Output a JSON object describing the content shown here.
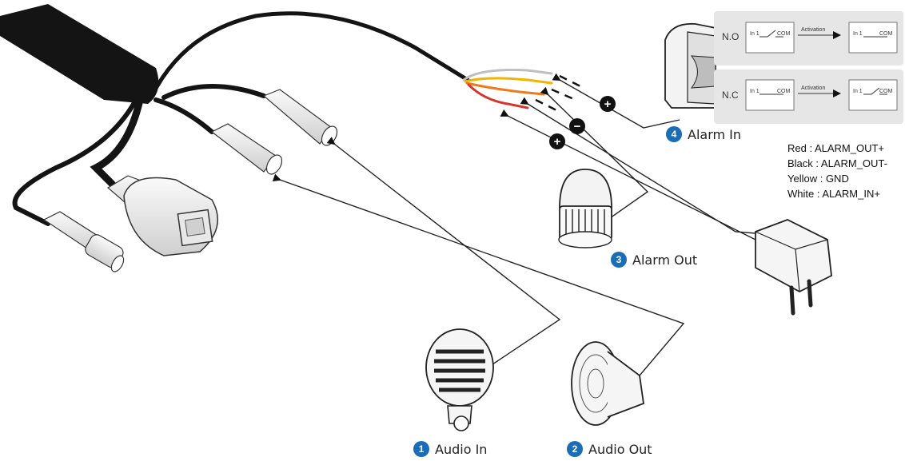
{
  "labels": {
    "audio_in": {
      "number": "1",
      "text": "Audio In"
    },
    "audio_out": {
      "number": "2",
      "text": "Audio Out"
    },
    "alarm_out": {
      "number": "3",
      "text": "Alarm Out"
    },
    "alarm_in": {
      "number": "4",
      "text": "Alarm In"
    }
  },
  "wire_legend": [
    "Red : ALARM_OUT+",
    "Black : ALARM_OUT-",
    "Yellow : GND",
    "White : ALARM_IN+"
  ],
  "contact_panel": {
    "no": {
      "mode": "N.O",
      "left_in": "In 1",
      "left_com": "COM",
      "activation": "Activation",
      "right_in": "In 1",
      "right_com": "COM"
    },
    "nc": {
      "mode": "N.C",
      "left_in": "In 1",
      "left_com": "COM",
      "activation": "Activation",
      "right_in": "In 1",
      "right_com": "COM"
    }
  },
  "polarity": {
    "plus": "+",
    "minus": "−"
  },
  "colors": {
    "wire_red": "#d9342b",
    "wire_yellow": "#f2b400",
    "wire_orange": "#f07a1a",
    "wire_white": "#bfbfbf",
    "cable": "#111111",
    "badge": "#1b6db5",
    "panel": "#e6e6e6"
  }
}
